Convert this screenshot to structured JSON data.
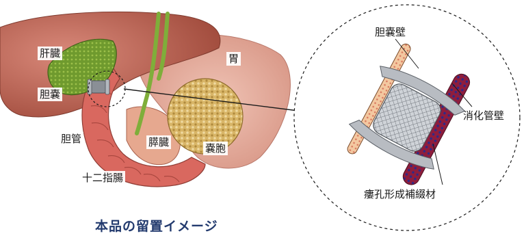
{
  "labels": {
    "liver": "肝臓",
    "gallbladder": "胆嚢",
    "bile_duct": "胆管",
    "duodenum": "十二指腸",
    "stomach": "胃",
    "pancreas": "膵臓",
    "cyst": "嚢胞",
    "gallbladder_wall": "胆嚢壁",
    "digestive_wall": "消化管壁",
    "fistula_material": "瘻孔形成補綴材"
  },
  "caption": "本品の留置イメージ",
  "colors": {
    "caption": "#223a6e",
    "liver": "#b85a4a",
    "gallbladder": "#6f9a2e",
    "duodenum": "#d9685f",
    "pancreas_cyst": "#d9b36a",
    "stent": "#8a8f96",
    "wall_left": "#f1c49a",
    "wall_right": "#8a1f3a"
  }
}
